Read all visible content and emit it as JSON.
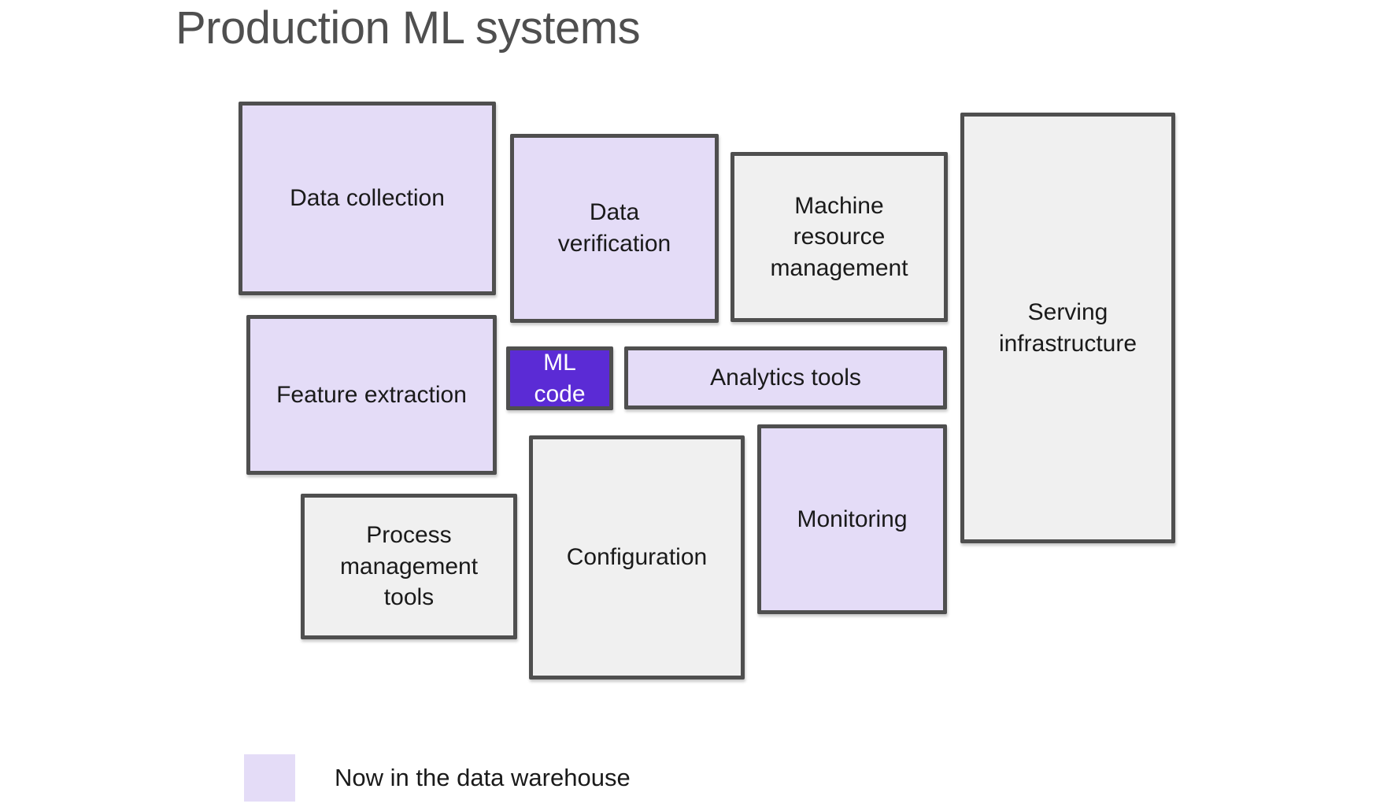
{
  "title": "Production ML systems",
  "theme": {
    "background": "#ffffff",
    "warehouse_fill": "#e4dcf7",
    "plain_fill": "#f0f0f0",
    "accent_fill": "#5b2bd5",
    "accent_text": "#ffffff",
    "border_color": "#4f4f4f",
    "label_color": "#1a1a1a",
    "title_color": "#4f4f4f"
  },
  "boxes": [
    {
      "id": "data-collection",
      "label": "Data collection",
      "category": "warehouse"
    },
    {
      "id": "data-verification",
      "label": "Data\nverification",
      "category": "warehouse"
    },
    {
      "id": "machine-resource-management",
      "label": "Machine\nresource\nmanagement",
      "category": "plain"
    },
    {
      "id": "serving-infrastructure",
      "label": "Serving\ninfrastructure",
      "category": "plain"
    },
    {
      "id": "feature-extraction",
      "label": "Feature extraction",
      "category": "warehouse"
    },
    {
      "id": "ml-code",
      "label": "ML\ncode",
      "category": "accent"
    },
    {
      "id": "analytics-tools",
      "label": "Analytics tools",
      "category": "warehouse"
    },
    {
      "id": "configuration",
      "label": "Configuration",
      "category": "plain"
    },
    {
      "id": "monitoring",
      "label": "Monitoring",
      "category": "warehouse"
    },
    {
      "id": "process-management-tools",
      "label": "Process\nmanagement\ntools",
      "category": "plain"
    }
  ],
  "legend": {
    "label": "Now in the data warehouse",
    "swatch_color": "#e4dcf7"
  }
}
